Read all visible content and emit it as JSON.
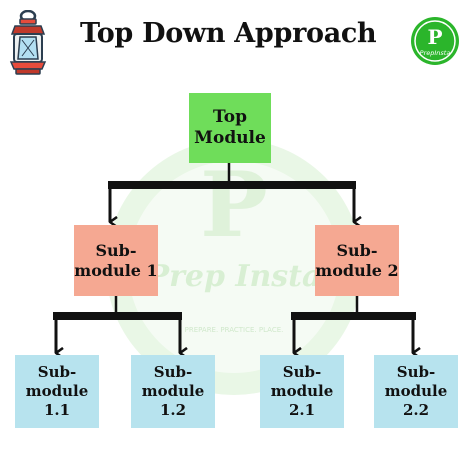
{
  "title": "Top Down Approach",
  "logo": {
    "letter": "P",
    "text": "PrepInsta"
  },
  "watermark": {
    "letter": "P",
    "text": "Prep Insta",
    "tagline": "PREPARE. PRACTICE. PLACE."
  },
  "nodes": {
    "top": "Top\nModule",
    "sub1": "Sub-\nmodule 1",
    "sub2": "Sub-\nmodule 2",
    "sub11": "Sub-\nmodule 1.1",
    "sub12": "Sub-\nmodule 1.2",
    "sub21": "Sub-\nmodule 2.1",
    "sub22": "Sub-\nmodule 2.2"
  },
  "colors": {
    "top": "#6fdd5a",
    "mid": "#f5a892",
    "leaf": "#b7e3ee",
    "connector": "#111111",
    "brand": "#2bb52b"
  }
}
